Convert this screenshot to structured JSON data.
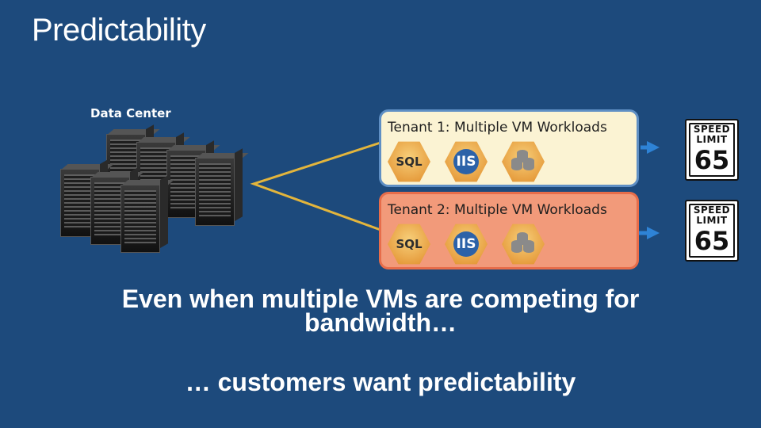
{
  "slide": {
    "title": "Predictability",
    "data_center_label": "Data Center",
    "headline": "Even when multiple VMs are competing for bandwidth…",
    "tagline": "… customers want predictability"
  },
  "tenants": [
    {
      "label": "Tenant 1: Multiple VM Workloads",
      "workloads": [
        "SQL",
        "IIS",
        "database"
      ]
    },
    {
      "label": "Tenant 2: Multiple VM Workloads",
      "workloads": [
        "SQL",
        "IIS",
        "database"
      ]
    }
  ],
  "speed_signs": [
    {
      "line1": "SPEED",
      "line2": "LIMIT",
      "value": "65"
    },
    {
      "line1": "SPEED",
      "line2": "LIMIT",
      "value": "65"
    }
  ],
  "colors": {
    "background": "#1d4a7c",
    "tenant1_fill": "#fbf3d3",
    "tenant1_border": "#5f8fc4",
    "tenant2_fill": "#f29a7a",
    "tenant2_border": "#e76d4a",
    "connector": "#e3b53c",
    "arrow": "#2e83d6"
  }
}
